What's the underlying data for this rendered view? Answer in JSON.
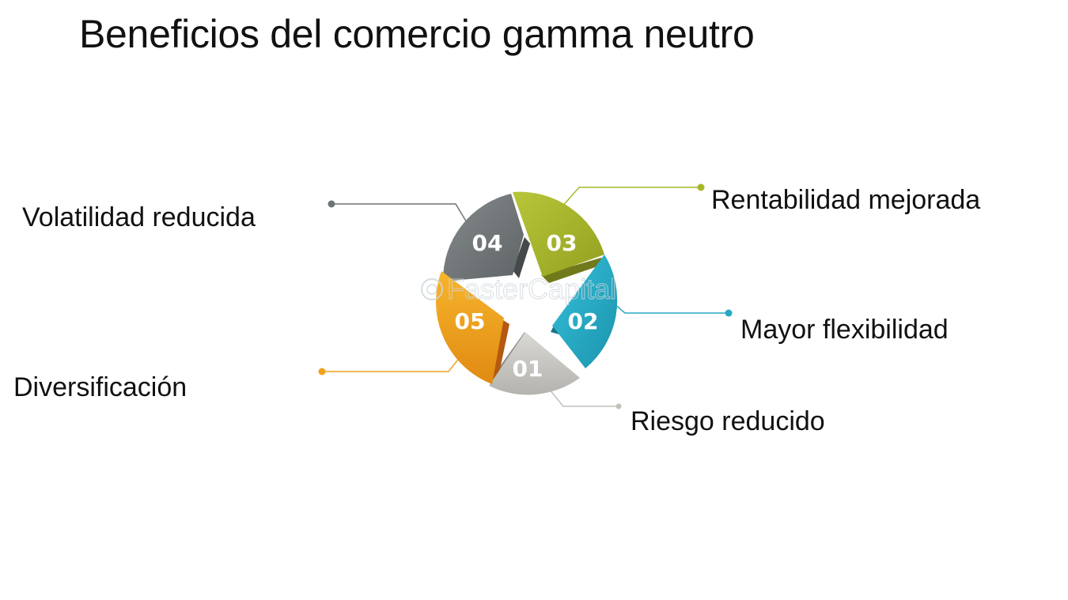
{
  "title": "Beneficios del comercio gamma neutro",
  "watermark": "FasterCapital",
  "segments": [
    {
      "number": "01",
      "label": "Riesgo reducido",
      "color": "#c2c0bb",
      "dark": "#8c8a86"
    },
    {
      "number": "02",
      "label": "Mayor flexibilidad",
      "color": "#27a9c4",
      "dark": "#1a7387"
    },
    {
      "number": "03",
      "label": "Rentabilidad mejorada",
      "color": "#a8b72a",
      "dark": "#707a1b"
    },
    {
      "number": "04",
      "label": "Volatilidad reducida",
      "color": "#6f7476",
      "dark": "#45494a"
    },
    {
      "number": "05",
      "label": "Diversificación",
      "color": "#f0a21d",
      "dark": "#b35a10"
    }
  ]
}
